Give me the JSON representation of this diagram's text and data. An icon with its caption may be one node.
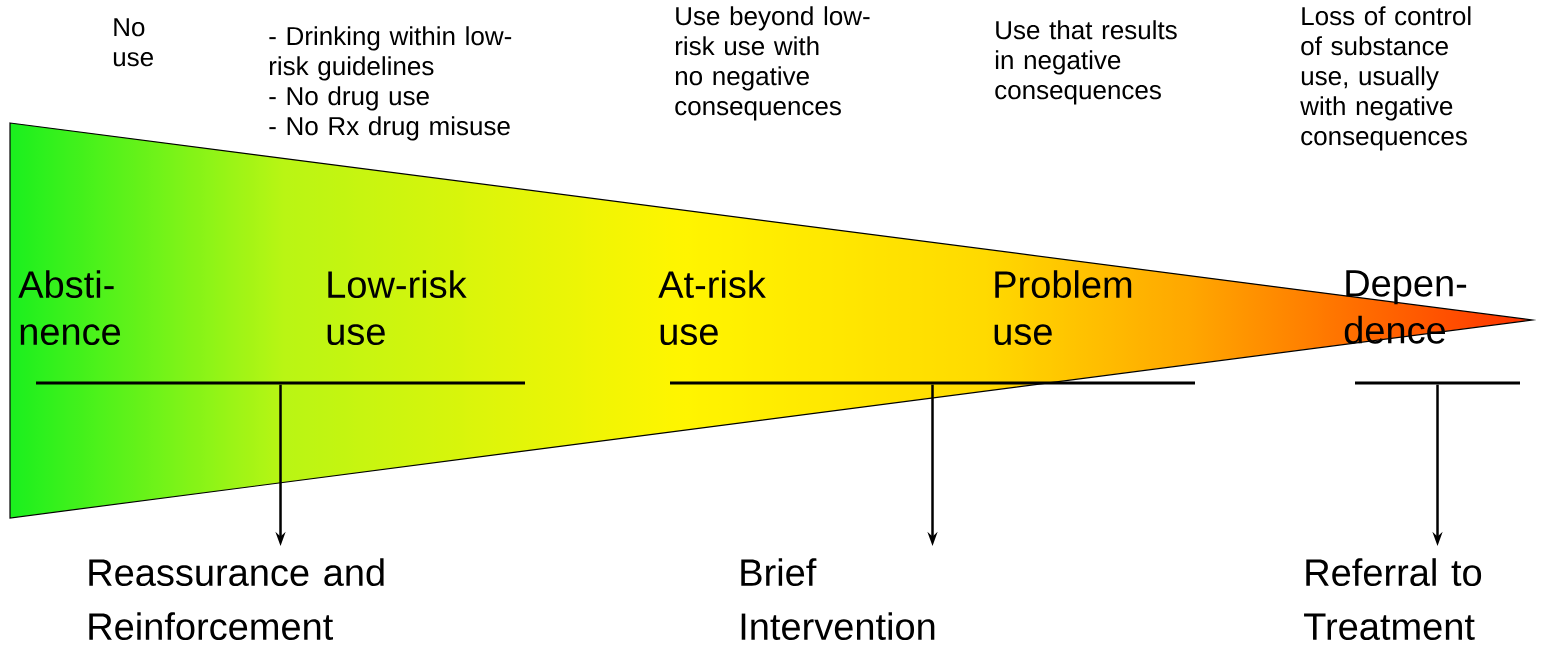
{
  "diagram": {
    "nodes": [
      {
        "text": [
          "Absti- nence"
        ]
      },
      {
        "text": [
          "Low-risk use"
        ]
      },
      {
        "text": [
          "At-risk use"
        ]
      },
      {
        "text": [
          "Problem use"
        ]
      },
      {
        "text": [
          "Depen- dence"
        ]
      },
      {
        "text": [],
        "shape": "bar"
      },
      {
        "text": [],
        "shape": "bar"
      },
      {
        "text": [],
        "shape": "bar"
      },
      {
        "text": [
          "Reassurance and Reinforcement"
        ]
      },
      {
        "text": [
          "Brief Intervention"
        ]
      },
      {
        "text": [
          "Referral to Treatment"
        ]
      }
    ],
    "edges": [
      {
        "from": 5,
        "to": 8,
        "arrow": "to"
      },
      {
        "from": 6,
        "to": 9,
        "arrow": "to"
      },
      {
        "from": 7,
        "to": 10,
        "arrow": "to"
      }
    ],
    "labels": [
      "No use",
      "- Drinking within low-risk guidelines",
      "- No drug use",
      "- No Rx drug misuse",
      "Use beyond low-risk use with no negative consequences",
      "Use that results in negative consequences",
      "Loss of control of substance use, usually with negative consequences"
    ]
  }
}
